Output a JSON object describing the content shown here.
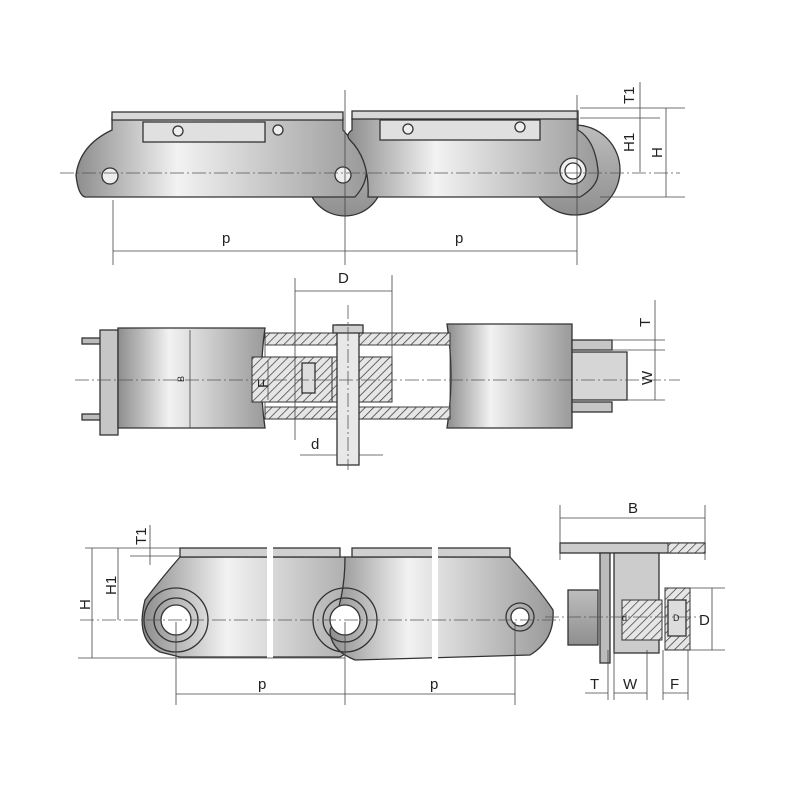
{
  "colors": {
    "steel_light": "#f2f2f2",
    "steel_dark": "#8d8d8d",
    "line": "#333333"
  },
  "views": {
    "side_top": {
      "pitch_left": "p",
      "pitch_right": "p",
      "top_plate_thickness": "T1",
      "height_to_center": "H1",
      "height": "H"
    },
    "plan": {
      "roller_diameter": "D",
      "inner_width": "F",
      "roller_width": "B",
      "pin_diameter": "d",
      "plate_thickness": "T",
      "link_width": "W"
    },
    "side_bottom": {
      "pitch_left": "p",
      "pitch_right": "p",
      "top_plate_thickness": "T1",
      "height_to_center": "H1",
      "height": "H"
    },
    "end": {
      "overall_width": "B",
      "roller_diameter": "D",
      "plate_thickness": "T",
      "link_width": "W",
      "roller_width": "F",
      "roller_label": "D",
      "bush_label": "d"
    }
  }
}
